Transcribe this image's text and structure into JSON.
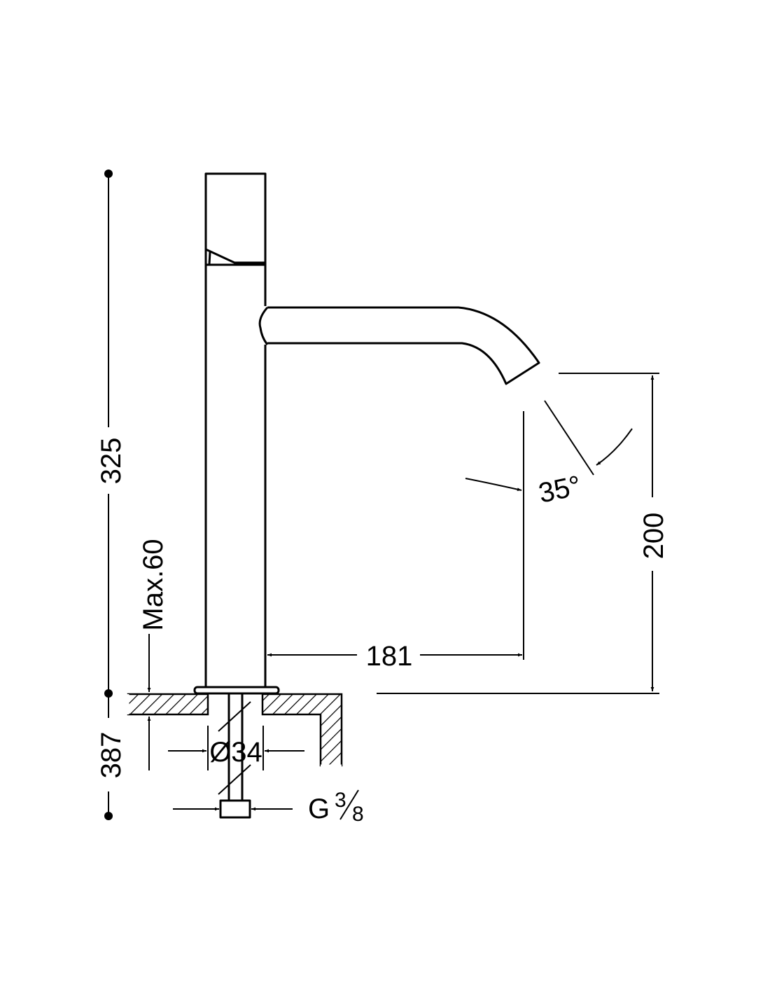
{
  "drawing": {
    "dimensions": {
      "total_height": "325",
      "overall_height": "387",
      "max_counter_thickness": "Max.60",
      "spout_reach": "181",
      "spout_height": "200",
      "spout_angle": "35°",
      "hole_diameter": "Ø34",
      "connection_thread_prefix": "G",
      "connection_thread_num": "3",
      "connection_thread_den": "8"
    },
    "colors": {
      "line": "#000000",
      "background": "#ffffff"
    }
  }
}
